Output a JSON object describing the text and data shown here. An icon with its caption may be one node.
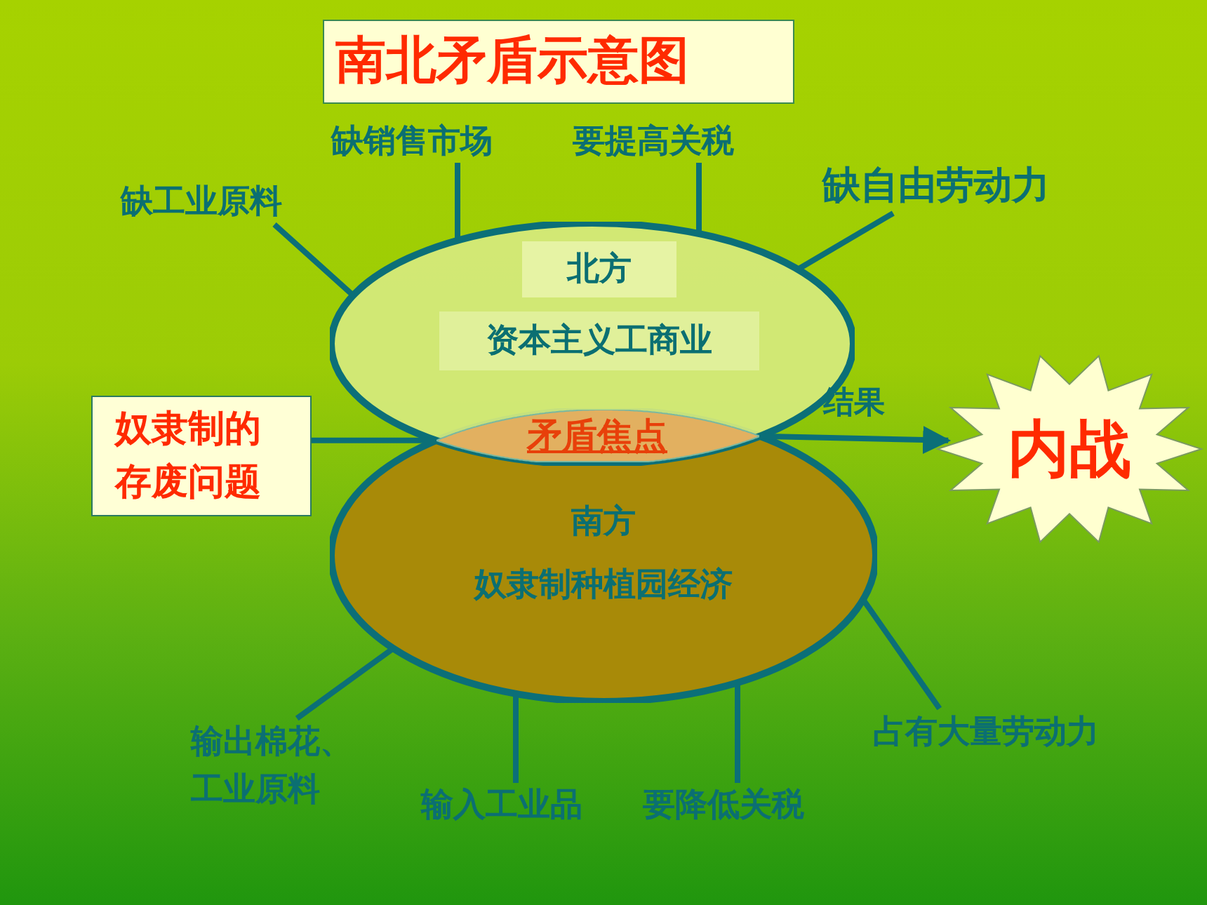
{
  "diagram": {
    "title": "南北矛盾示意图",
    "nodes": [
      {
        "text": [
          "北方",
          "资本主义工商业"
        ]
      },
      {
        "text": [
          "南方",
          "奴隶制种植园经济"
        ]
      },
      {
        "text": [
          "矛盾焦点"
        ]
      },
      {
        "text": [
          "奴隶制的存废问题"
        ]
      },
      {
        "text": [
          "内战"
        ]
      },
      {
        "text": [
          "缺工业原料"
        ]
      },
      {
        "text": [
          "缺销售市场"
        ]
      },
      {
        "text": [
          "要提高关税"
        ]
      },
      {
        "text": [
          "缺自由劳动力"
        ]
      },
      {
        "text": [
          "输出棉花、工业原料"
        ]
      },
      {
        "text": [
          "输入工业品"
        ]
      },
      {
        "text": [
          "要降低关税"
        ]
      },
      {
        "text": [
          "占有大量劳动力"
        ]
      }
    ],
    "edges": [
      {
        "from": 3,
        "to": 2,
        "arrow": "none"
      },
      {
        "from": 2,
        "to": 4,
        "arrow": "to",
        "label": "结果"
      },
      {
        "from": 5,
        "to": 0,
        "arrow": "none"
      },
      {
        "from": 6,
        "to": 0,
        "arrow": "none"
      },
      {
        "from": 7,
        "to": 0,
        "arrow": "none"
      },
      {
        "from": 8,
        "to": 0,
        "arrow": "none"
      },
      {
        "from": 9,
        "to": 1,
        "arrow": "none"
      },
      {
        "from": 10,
        "to": 1,
        "arrow": "none"
      },
      {
        "from": 11,
        "to": 1,
        "arrow": "none"
      },
      {
        "from": 12,
        "to": 1,
        "arrow": "none"
      }
    ]
  }
}
